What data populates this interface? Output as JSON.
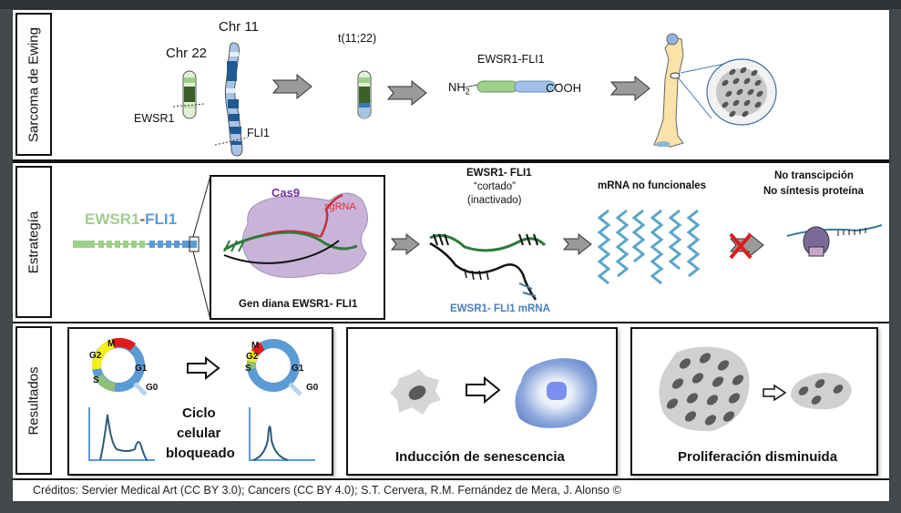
{
  "rows": {
    "sarcoma": {
      "label": "Sarcoma de Ewing",
      "chr22_label": "Chr 22",
      "chr11_label": "Chr 11",
      "ewsr1_label": "EWSR1",
      "fli1_label": "FLI1",
      "translocation_label": "t(11;22)",
      "fusion_label": "EWSR1-FLI1",
      "nh2_label": "NH",
      "nh2_sub": "2",
      "cooh_label": "COOH"
    },
    "estrategia": {
      "label": "Estrategía",
      "gene_ewsr1": "EWSR1",
      "gene_dash": "-",
      "gene_fli1": "FLI1",
      "cas9_label": "Cas9",
      "sgrna_label": "sgRNA",
      "target_caption": "Gen diana EWSR1- FLI1",
      "cut_title_1": "EWSR1- FLI1",
      "cut_title_2": "“cortado”",
      "cut_title_3": "(inactivado)",
      "mrna_caption": "EWSR1- FLI1  mRNA",
      "nonfunc_title": "mRNA no funcionales",
      "no_trans_1": "No transcipción",
      "no_trans_2": "No síntesis proteína"
    },
    "resultados": {
      "label": "Resultados",
      "cycle_phases": [
        "M",
        "G2",
        "G1",
        "S",
        "G0"
      ],
      "cycle_caption_1": "Ciclo",
      "cycle_caption_2": "celular",
      "cycle_caption_3": "bloqueado",
      "senescence_caption": "Inducción de senescencia",
      "proliferation_caption": "Proliferación disminuida"
    }
  },
  "footer": {
    "credits": "Créditos: Servier Medical Art (CC BY 3.0); Cancers (CC BY 4.0); S.T. Cervera, R.M. Fernández de Mera, J. Alonso ©"
  },
  "colors": {
    "ewsr1_green": "#9fcf8c",
    "fli1_blue": "#5b9bd5",
    "cas9_purple": "#7030a0",
    "sgrna_red": "#e03030",
    "mrna_label_blue": "#4a7fc0",
    "cycle_m": "#e01b1b",
    "cycle_g2": "#f5f01a",
    "cycle_s": "#8fc07a",
    "cycle_g1": "#5b9bd5"
  }
}
